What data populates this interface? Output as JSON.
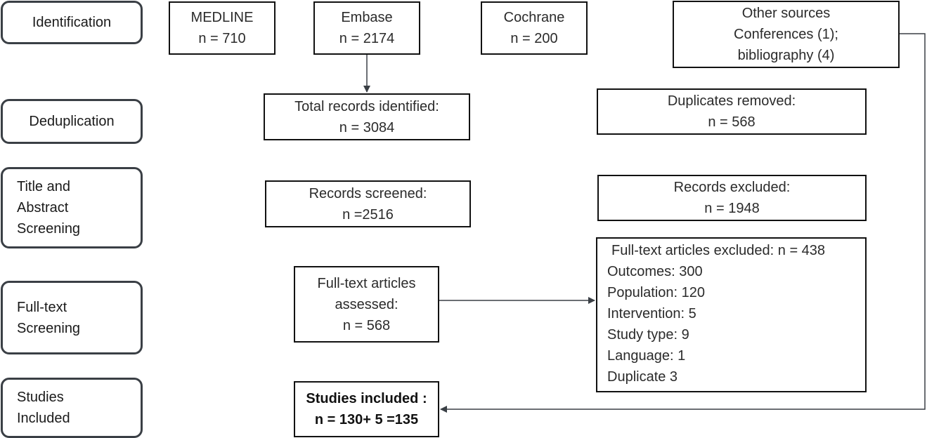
{
  "phases": {
    "identification": "Identification",
    "deduplication": "Deduplication",
    "title_abstract": "Title and\nAbstract\nScreening",
    "fulltext": "Full-text\nScreening",
    "included": "Studies\nIncluded"
  },
  "sources": {
    "medline": {
      "name": "MEDLINE",
      "count": "n = 710"
    },
    "embase": {
      "name": "Embase",
      "count": "n = 2174"
    },
    "cochrane": {
      "name": "Cochrane",
      "count": "n = 200"
    },
    "other": {
      "line1": "Other sources",
      "line2": "Conferences (1);",
      "line3": "bibliography (4)"
    }
  },
  "total": {
    "label": "Total records identified:",
    "count": "n = 3084"
  },
  "duplicates": {
    "label": "Duplicates removed:",
    "count": "n = 568"
  },
  "screened": {
    "label": "Records screened:",
    "count": "n =2516"
  },
  "excluded": {
    "label": "Records excluded:",
    "count": "n = 1948"
  },
  "assessed": {
    "line1": "Full-text articles",
    "line2": "assessed:",
    "count": "n = 568"
  },
  "ft_excluded": {
    "header": "Full-text articles excluded: n = 438",
    "reasons": [
      "Outcomes: 300",
      "Population: 120",
      "Intervention: 5",
      "Study type: 9",
      "Language: 1",
      "Duplicate 3"
    ]
  },
  "studies": {
    "label": "Studies included :",
    "count": "n = 130+ 5 =135"
  }
}
